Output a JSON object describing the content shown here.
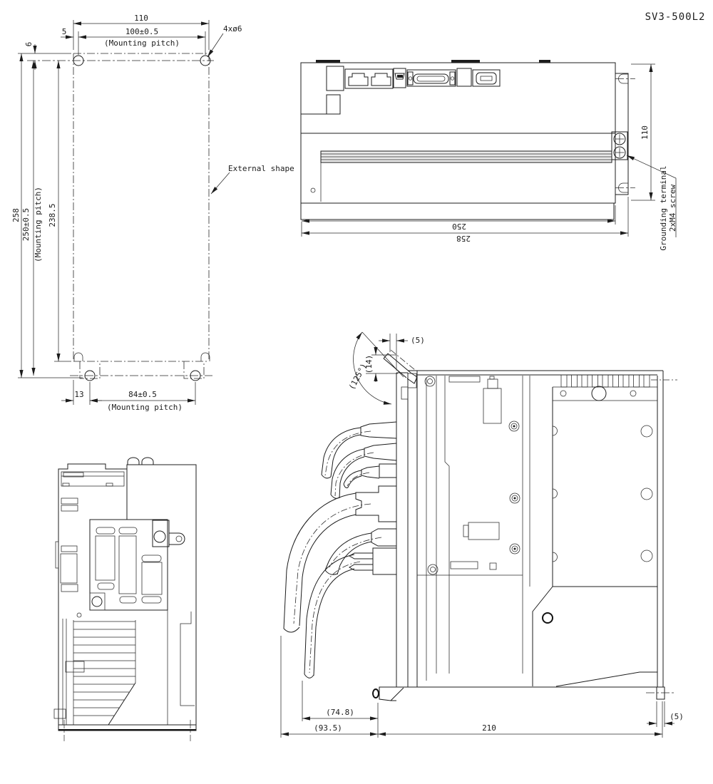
{
  "title": "SV3-500L2",
  "views": {
    "mounting": {
      "dims": {
        "overall_width": "110",
        "pitch_h": "100±0.5",
        "pitch_note": "(Mounting pitch)",
        "offset_5": "5",
        "offset_6": "6",
        "holes_note": "4xø6",
        "external_shape": "External shape",
        "overall_height": "258",
        "pitch_v": "250±0.5",
        "inner_height": "238.5",
        "offset_13": "13",
        "pitch_bottom": "84±0.5"
      }
    },
    "top": {
      "dims": {
        "height": "110",
        "body": "250",
        "overall": "258"
      },
      "grounding_line1": "Grounding terminal",
      "grounding_line2": "2xM4 screw"
    },
    "side": {
      "dims": {
        "latch_protrusion": "(5)",
        "latch_height": "(14)",
        "open_angle": "(125°)",
        "cable_clearance": "(74.8)",
        "cable_overall": "(93.5)",
        "depth": "210",
        "rear_foot": "(5)"
      }
    }
  }
}
